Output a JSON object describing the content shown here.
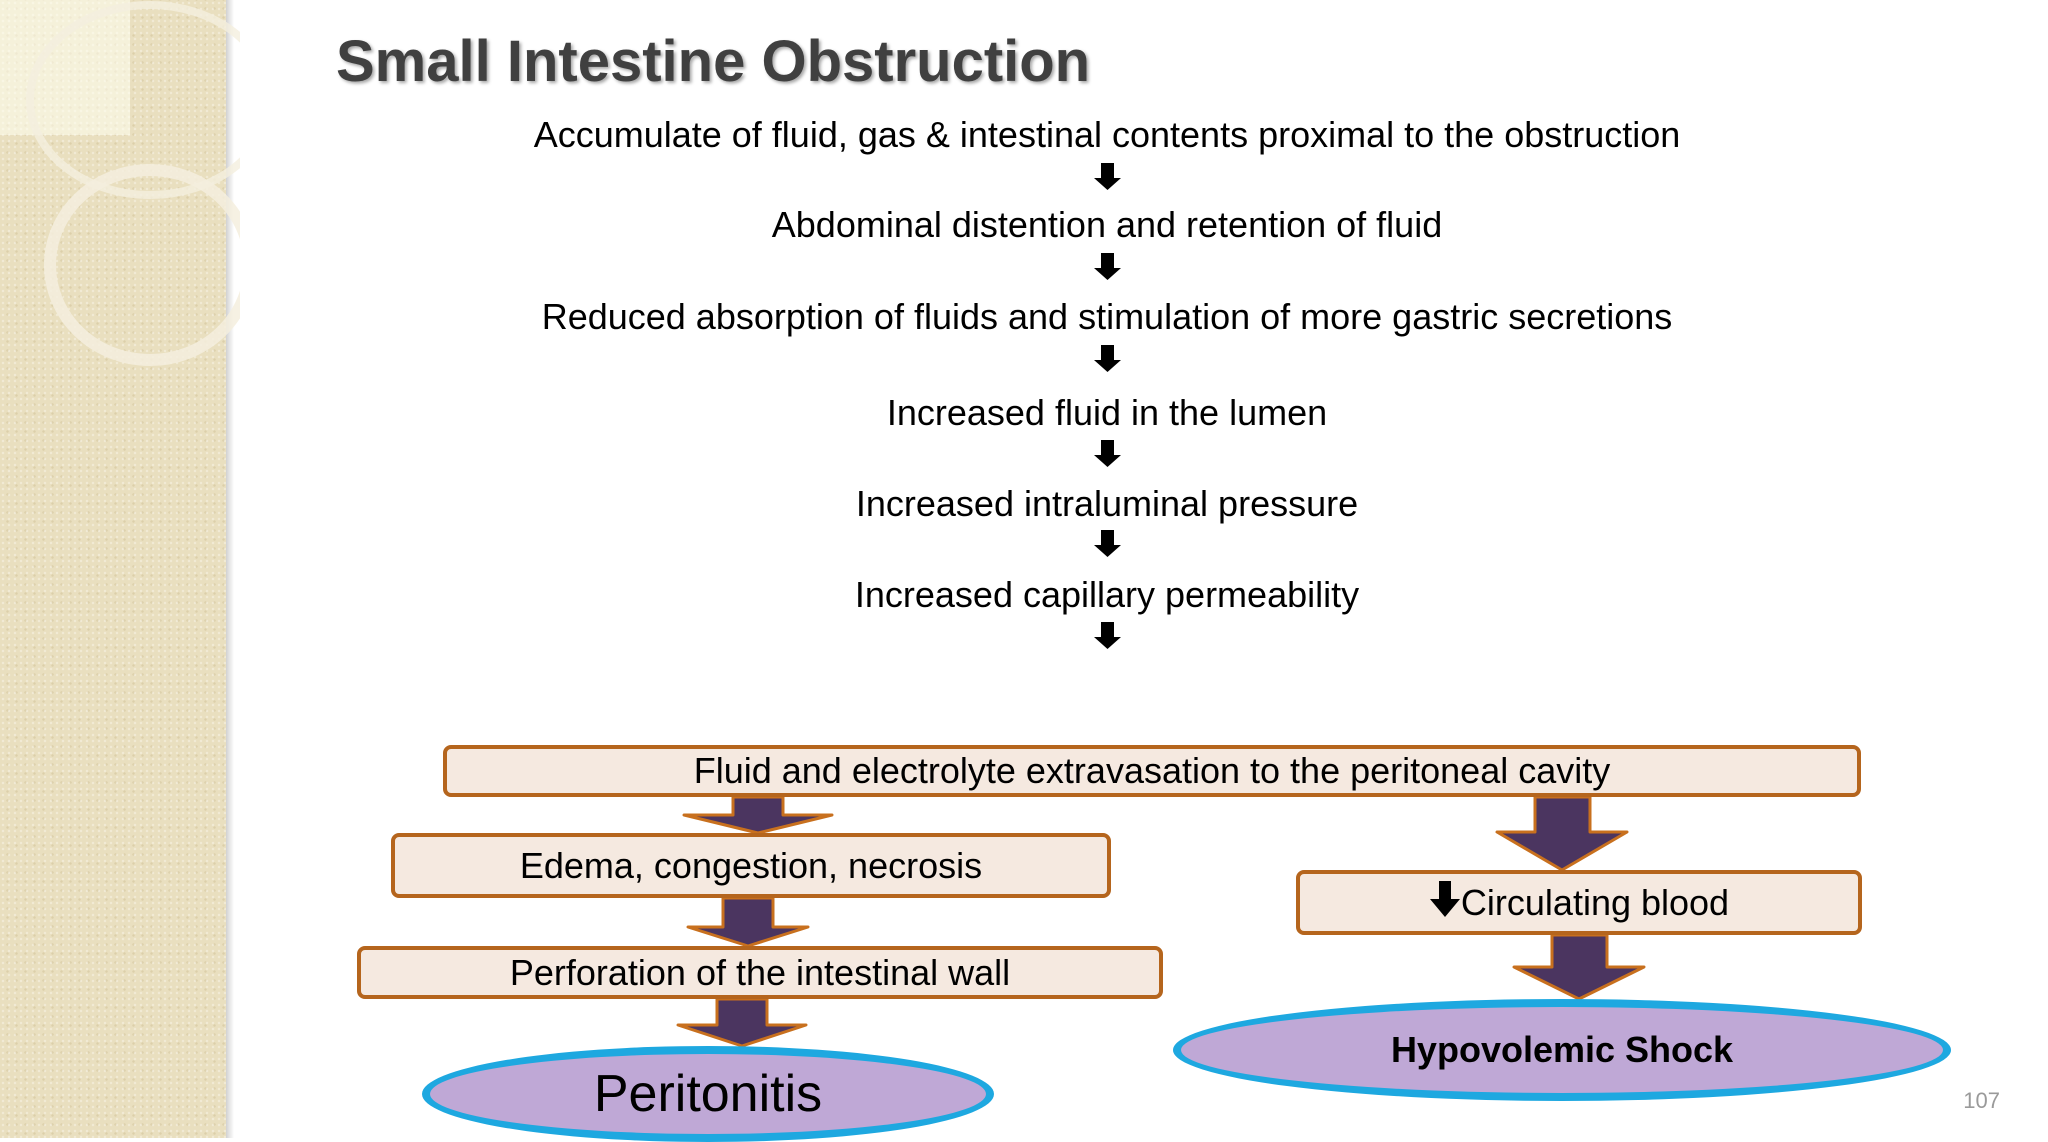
{
  "slide": {
    "title": "Small Intestine Obstruction",
    "page_number": "107"
  },
  "flow_steps": [
    "Accumulate of fluid, gas & intestinal contents proximal to the obstruction",
    "Abdominal distention and retention of fluid",
    "Reduced absorption of fluids and stimulation of more gastric secretions",
    "Increased fluid in the lumen",
    "Increased intraluminal pressure",
    "Increased capillary permeability"
  ],
  "boxes": {
    "extravasation": "Fluid and electrolyte extravasation to the peritoneal cavity",
    "edema": "Edema, congestion, necrosis",
    "perforation": "Perforation of the intestinal wall",
    "circulating_blood": "Circulating blood"
  },
  "outcomes": {
    "peritonitis": "Peritonitis",
    "hypovolemic_shock": "Hypovolemic Shock"
  },
  "colors": {
    "box_fill": "#f5e9e0",
    "box_border": "#b5651d",
    "block_arrow_fill": "#4b3560",
    "block_arrow_border": "#c8701e",
    "ellipse_fill": "#bfa8d6",
    "ellipse_border": "#1ea8e0",
    "title_color": "#404040",
    "sidebar_color": "#e9dfbf"
  },
  "icons": {
    "small_arrow": "down-arrow-icon",
    "block_arrow": "block-down-arrow-icon"
  }
}
